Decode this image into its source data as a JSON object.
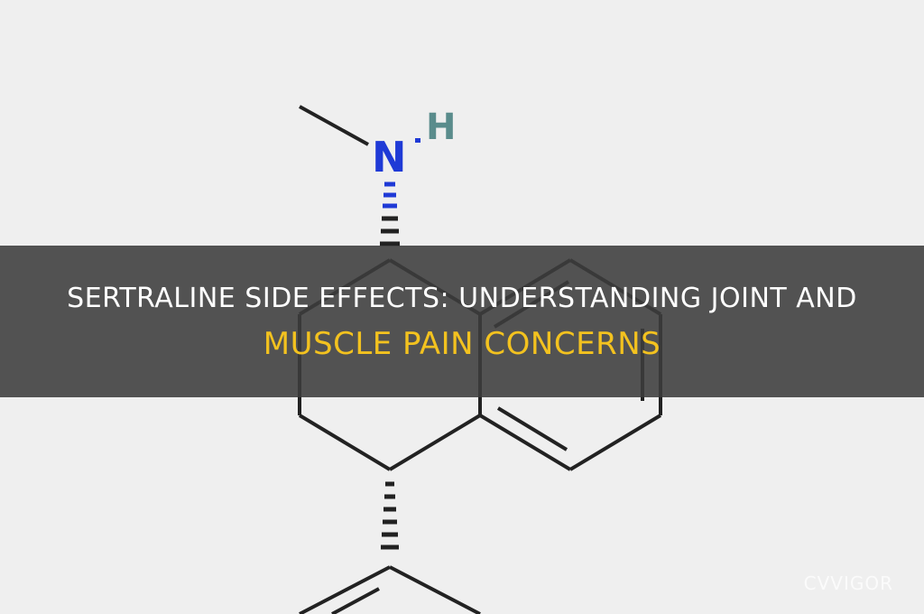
{
  "structure": {
    "atoms": [
      {
        "symbol": "N",
        "color": "#1f3ad6"
      },
      {
        "symbol": "H",
        "color": "#5a8c8c"
      }
    ]
  },
  "title": {
    "line1": "Sertraline side effects: understanding joint and",
    "line2": "muscle pain concerns"
  },
  "colors": {
    "background": "#efefef",
    "banner": "#3c3c3c",
    "title_primary": "#ffffff",
    "title_accent": "#f3c21f"
  },
  "watermark": "CVVIGOR"
}
